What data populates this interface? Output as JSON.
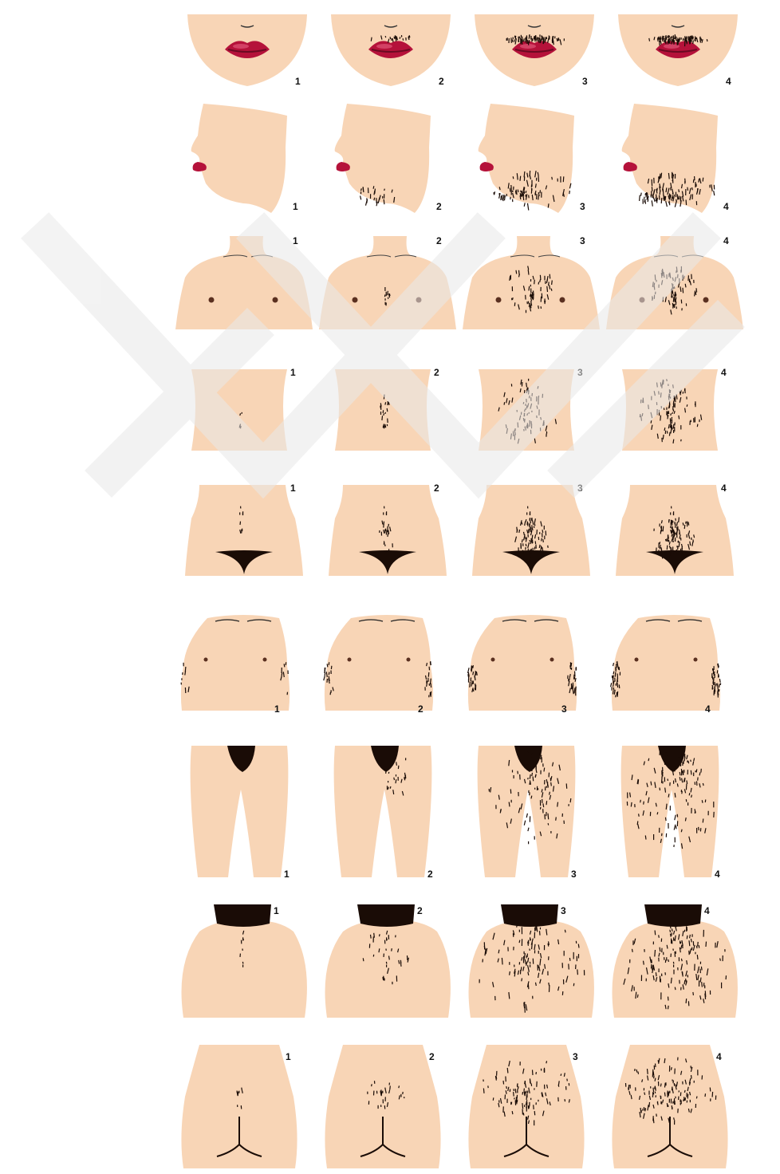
{
  "figure": {
    "skin_color": "#f8d5b6",
    "hair_color": "#1a0c06",
    "lip_color": "#b5123a",
    "watermark_color": "#e9e9e9"
  },
  "stage_labels": [
    "1",
    "2",
    "3",
    "4"
  ],
  "rows": [
    {
      "region": "upper-lip",
      "stages": [
        1,
        2,
        3,
        4
      ]
    },
    {
      "region": "chin",
      "stages": [
        1,
        2,
        3,
        4
      ]
    },
    {
      "region": "chest",
      "stages": [
        1,
        2,
        3,
        4
      ]
    },
    {
      "region": "upper-abdomen",
      "stages": [
        1,
        2,
        3,
        4
      ]
    },
    {
      "region": "lower-abdomen",
      "stages": [
        1,
        2,
        3,
        4
      ]
    },
    {
      "region": "upper-arm",
      "stages": [
        1,
        2,
        3,
        4
      ]
    },
    {
      "region": "thigh",
      "stages": [
        1,
        2,
        3,
        4
      ]
    },
    {
      "region": "upper-back",
      "stages": [
        1,
        2,
        3,
        4
      ]
    },
    {
      "region": "lower-back",
      "stages": [
        1,
        2,
        3,
        4
      ]
    }
  ]
}
